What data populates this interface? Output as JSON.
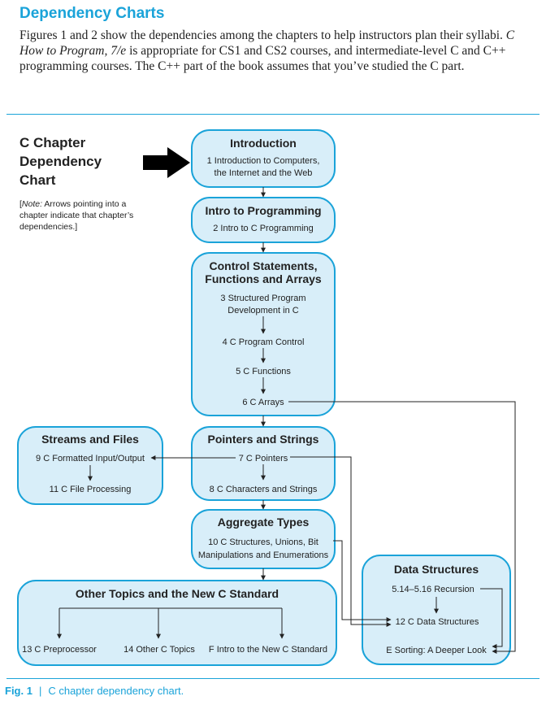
{
  "heading": "Dependency Charts",
  "intro": {
    "part1": "Figures 1 and 2 show the dependencies among the chapters to help instructors plan their syllabi. ",
    "book": "C How to Program, 7/e",
    "part2": " is appropriate for CS1 and CS2 courses, and intermediate-level C and C++ programming courses. The C++ part of the book assumes that you’ve studied the C part."
  },
  "chart_title": [
    "C Chapter",
    "Dependency",
    "Chart"
  ],
  "note": {
    "label": "Note:",
    "text": " Arrows pointing into a chapter indicate that chapter’s dependencies.]",
    "open": "["
  },
  "groups": {
    "introduction": {
      "title": "Introduction",
      "items": [
        "1 Introduction to Computers,",
        "the Internet and the Web"
      ]
    },
    "intro_programming": {
      "title": "Intro to Programming",
      "items": [
        "2 Intro to C Programming"
      ]
    },
    "control": {
      "title": [
        "Control Statements,",
        "Functions and Arrays"
      ],
      "items": [
        "3 Structured Program",
        "Development in C",
        "4 C Program Control",
        "5 C Functions",
        "6 C Arrays"
      ]
    },
    "pointers": {
      "title": "Pointers and Strings",
      "items": [
        "7 C Pointers",
        "8 C Characters and Strings"
      ]
    },
    "streams": {
      "title": "Streams and Files",
      "items": [
        "9 C Formatted Input/Output",
        "11 C File Processing"
      ]
    },
    "aggregate": {
      "title": "Aggregate Types",
      "items": [
        "10 C Structures, Unions, Bit",
        "Manipulations and Enumerations"
      ]
    },
    "other": {
      "title": "Other Topics and the New C Standard",
      "items": [
        "13 C Preprocessor",
        "14 Other C Topics",
        "F Intro to the New C Standard"
      ]
    },
    "data_structures": {
      "title": "Data Structures",
      "items": [
        "5.14–5.16 Recursion",
        "12 C Data Structures",
        "E Sorting: A Deeper Look"
      ]
    }
  },
  "caption": {
    "fig": "Fig. 1",
    "text": "C chapter dependency chart."
  },
  "colors": {
    "accent": "#1aa3d9",
    "box_fill": "#d8eef9",
    "box_stroke": "#1aa3d9",
    "text": "#222222"
  }
}
